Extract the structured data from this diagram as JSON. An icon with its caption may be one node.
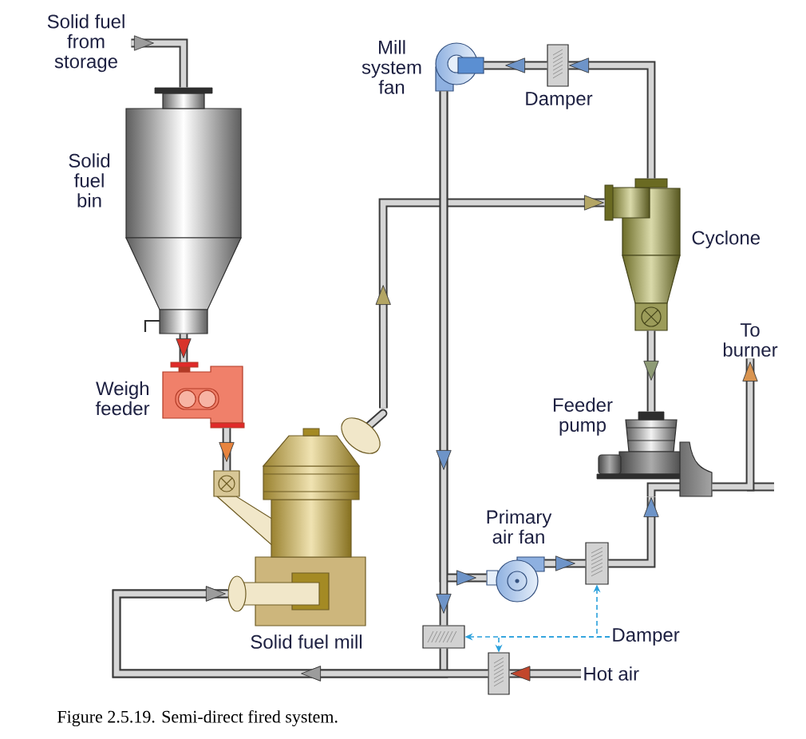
{
  "diagram": {
    "caption": "Figure 2.5.19. Semi-direct fired system.",
    "nodes": [
      {
        "text": [
          "Solid fuel from storage"
        ]
      },
      {
        "text": [],
        "shape": "picture",
        "beside": [
          "Solid fuel bin"
        ]
      },
      {
        "text": [],
        "shape": "picture",
        "beside": [
          "Weigh feeder"
        ]
      },
      {
        "text": [],
        "shape": "picture"
      },
      {
        "text": [],
        "shape": "picture",
        "beside": [
          "Solid fuel mill"
        ]
      },
      {
        "text": [],
        "shape": "picture",
        "beside": [
          "Mill system fan"
        ]
      },
      {
        "text": [],
        "shape": "box",
        "beside": [
          "Damper"
        ]
      },
      {
        "text": [],
        "shape": "picture",
        "beside": [
          "Cyclone"
        ]
      },
      {
        "text": [
          "To burner"
        ]
      },
      {
        "text": [],
        "shape": "picture",
        "beside": [
          "Feeder pump"
        ]
      },
      {
        "text": [],
        "shape": "picture",
        "beside": [
          "Primary air fan"
        ]
      },
      {
        "text": [],
        "shape": "box"
      },
      {
        "text": [],
        "shape": "box"
      },
      {
        "text": [
          "Damper"
        ]
      },
      {
        "text": [],
        "shape": "box"
      },
      {
        "text": [
          "Hot air"
        ]
      }
    ],
    "edges": [
      {
        "from": 0,
        "to": 1,
        "arrow": "to"
      },
      {
        "from": 1,
        "to": 2,
        "arrow": "to"
      },
      {
        "from": 2,
        "to": 3,
        "arrow": "to"
      },
      {
        "from": 4,
        "to": 7,
        "arrow": "to"
      },
      {
        "from": 7,
        "to": 6,
        "arrow": "to"
      },
      {
        "from": 6,
        "to": 5,
        "arrow": "to"
      },
      {
        "from": 5,
        "to": 10,
        "arrow": "to"
      },
      {
        "from": 5,
        "to": 12,
        "arrow": "to"
      },
      {
        "from": 12,
        "to": 4,
        "arrow": "to"
      },
      {
        "from": 15,
        "to": 14,
        "arrow": "to"
      },
      {
        "from": 14,
        "to": 4,
        "arrow": "to"
      },
      {
        "from": 10,
        "to": 11,
        "arrow": "to"
      },
      {
        "from": 11,
        "to": 9,
        "arrow": "to"
      },
      {
        "from": 7,
        "to": 9,
        "arrow": "to"
      },
      {
        "from": 9,
        "to": 8,
        "arrow": "to"
      },
      {
        "from": 13,
        "to": 11,
        "arrow": "to",
        "style": "dashed",
        "color": "#2aa0dc"
      },
      {
        "from": 13,
        "to": 12,
        "arrow": "to",
        "style": "dashed",
        "color": "#2aa0dc"
      },
      {
        "from": 13,
        "to": 14,
        "arrow": "to",
        "style": "dashed",
        "color": "#2aa0dc"
      }
    ]
  }
}
